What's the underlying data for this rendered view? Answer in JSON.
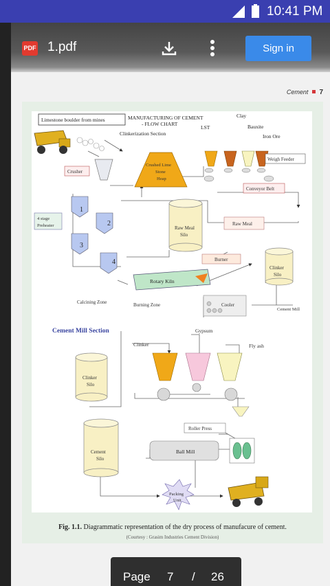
{
  "status_bar": {
    "time": "10:41 PM"
  },
  "toolbar": {
    "pdf_badge": "PDF",
    "file_name": "1.pdf",
    "sign_in_label": "Sign in"
  },
  "page_header": {
    "section": "Cement",
    "page_number": "7"
  },
  "figure": {
    "title_line1": "MANUFACTURING OF CEMENT",
    "title_line2": "- FLOW CHART",
    "limestone": "Limestone boulder from mines",
    "clinkerization": "Clinkerization Section",
    "lst": "LST",
    "clay": "Clay",
    "bauxite": "Bauxite",
    "iron_ore": "Iron Ore",
    "weigh_feeder": "Weigh Feeder",
    "crusher": "Crusher",
    "crushed_heap_1": "Crushed Lime",
    "crushed_heap_2": "Stone",
    "crushed_heap_3": "Heap",
    "conveyor_belt": "Conveyor Belt",
    "preheater_1": "4 stage",
    "preheater_2": "Preheater",
    "stage_1": "1",
    "stage_2": "2",
    "stage_3": "3",
    "stage_4": "4",
    "raw_meal_silo_1": "Raw Meal",
    "raw_meal_silo_2": "Silo",
    "raw_meal": "Raw Meal",
    "burner": "Burner",
    "clinker_silo_1": "Clinker",
    "clinker_silo_2": "Silo",
    "rotary_kiln": "Rotary Kiln",
    "calcining_zone": "Calcining Zone",
    "burning_zone": "Burning Zone",
    "cooler": "Cooler",
    "cement_mill": "Cement Mill",
    "cement_mill_section": "Cement Mill Section",
    "clinker": "Clinker",
    "gypsum": "Gypsum",
    "fly_ash": "Fly ash",
    "clinker_silo2_1": "Clinker",
    "clinker_silo2_2": "Silo",
    "roller_press": "Roller Press",
    "ball_mill": "Ball Mill",
    "cement_silo_1": "Cement",
    "cement_silo_2": "Silo",
    "packing_1": "Packing",
    "packing_2": "Unit",
    "caption_bold": "Fig. 1.1.",
    "caption_text": " Diagrammatic representation of the dry process of manufacure of cement.",
    "credit": "(Courtesy : Grasim Industries Cement Division)"
  },
  "pager": {
    "label": "Page",
    "current": "7",
    "separator": "/",
    "total": "26"
  },
  "colors": {
    "status_bar": "#3a3fb0",
    "accent_button": "#3a8ae9",
    "pdf_badge": "#e23a2f",
    "hopper_orange": "#f0a818",
    "hopper_pink": "#f7c8dc",
    "hopper_yellow": "#f8f4c0"
  }
}
